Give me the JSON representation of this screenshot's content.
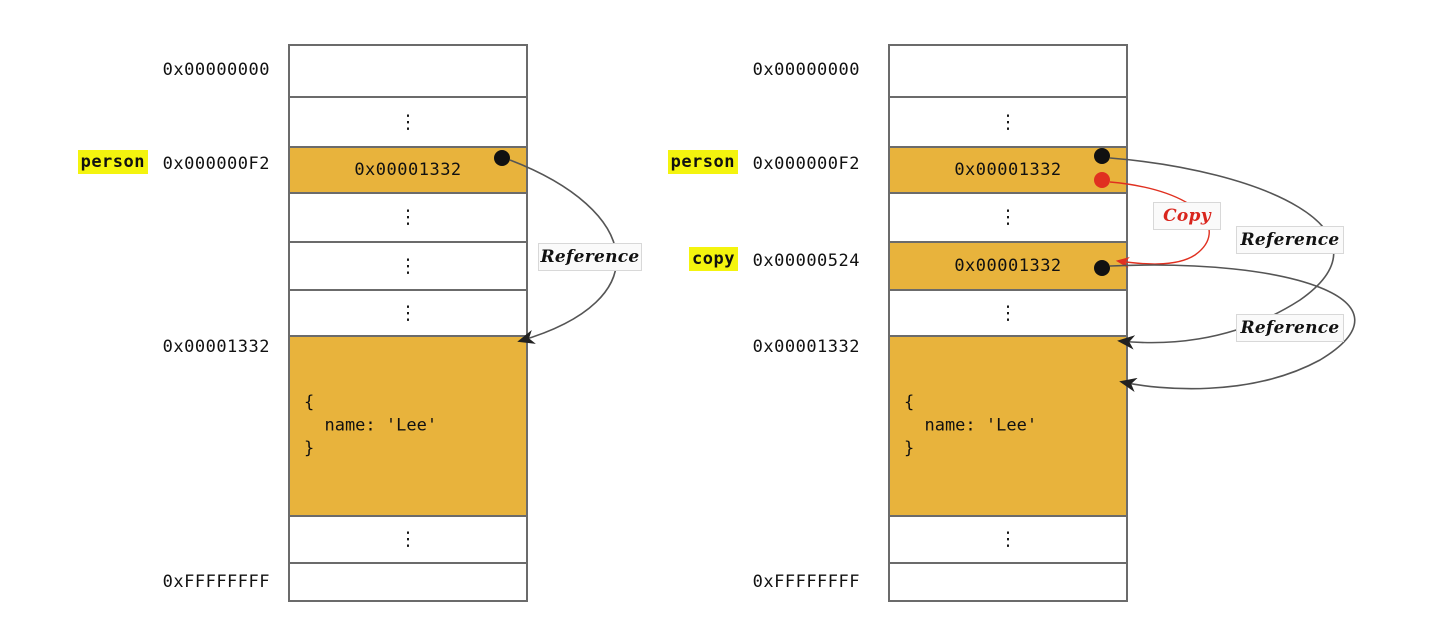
{
  "diagram": {
    "title": "Reference vs Copy memory diagram",
    "colors": {
      "cell_fill": "#e8b33c",
      "highlight": "#f4f40e",
      "border": "#6b6b6b",
      "copy_accent": "#d9251d",
      "reference_accent": "#333333"
    }
  },
  "panels": [
    {
      "id": "left",
      "addresses": {
        "top": "0x00000000",
        "person": "0x000000F2",
        "object": "0x00001332",
        "bottom": "0xFFFFFFFF"
      },
      "variables": [
        {
          "name": "person",
          "address": "0x000000F2"
        }
      ],
      "cells": [
        {
          "kind": "empty",
          "value": ""
        },
        {
          "kind": "skip",
          "value": "⋮"
        },
        {
          "kind": "filled",
          "value": "0x00001332"
        },
        {
          "kind": "skip",
          "value": "⋮"
        },
        {
          "kind": "skip",
          "value": "⋮"
        },
        {
          "kind": "skip",
          "value": "⋮"
        },
        {
          "kind": "object",
          "value": "{\n  name: 'Lee'\n}"
        },
        {
          "kind": "skip",
          "value": "⋮"
        },
        {
          "kind": "empty",
          "value": ""
        }
      ],
      "annotations": [
        {
          "label": "Reference",
          "color": "#111111"
        }
      ]
    },
    {
      "id": "right",
      "addresses": {
        "top": "0x00000000",
        "person": "0x000000F2",
        "copy": "0x00000524",
        "object": "0x00001332",
        "bottom": "0xFFFFFFFF"
      },
      "variables": [
        {
          "name": "person",
          "address": "0x000000F2"
        },
        {
          "name": "copy",
          "address": "0x00000524"
        }
      ],
      "cells": [
        {
          "kind": "empty",
          "value": ""
        },
        {
          "kind": "skip",
          "value": "⋮"
        },
        {
          "kind": "filled",
          "value": "0x00001332"
        },
        {
          "kind": "skip",
          "value": "⋮"
        },
        {
          "kind": "filled",
          "value": "0x00001332"
        },
        {
          "kind": "skip",
          "value": "⋮"
        },
        {
          "kind": "object",
          "value": "{\n  name: 'Lee'\n}"
        },
        {
          "kind": "skip",
          "value": "⋮"
        },
        {
          "kind": "empty",
          "value": ""
        }
      ],
      "annotations": [
        {
          "label": "Copy",
          "color": "#d9251d"
        },
        {
          "label": "Reference",
          "color": "#111111"
        },
        {
          "label": "Reference",
          "color": "#111111"
        }
      ]
    }
  ],
  "object_literal": {
    "line1": "{",
    "line2": "  name: 'Lee'",
    "line3": "}"
  },
  "labels": {
    "reference": "Reference",
    "copy": "Copy",
    "ellipsis": "⋮"
  }
}
